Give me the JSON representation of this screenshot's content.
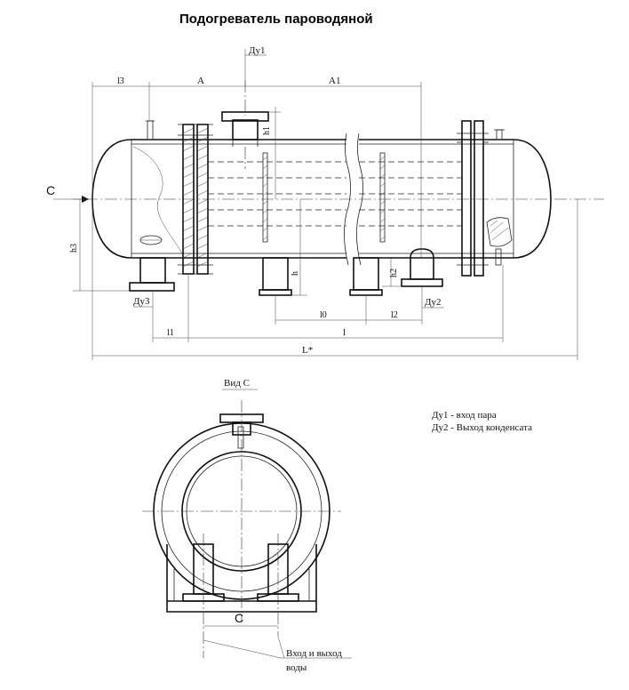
{
  "title": "Подогреватель пароводяной",
  "labels": {
    "du1_top": "Ду1",
    "du3": "Ду3",
    "du2": "Ду2",
    "c_arrow": "С",
    "dim_l3": "l3",
    "dim_A": "A",
    "dim_A1": "A1",
    "dim_h1": "h1",
    "dim_h3": "h3",
    "dim_h": "h",
    "dim_h2": "h2",
    "dim_l0": "l0",
    "dim_l2": "l2",
    "dim_l1": "l1",
    "dim_l": "l",
    "dim_L": "L*",
    "view_c": "Вид С",
    "dim_c_bottom": "С",
    "water_line1": "Вход и выход",
    "water_line2": "воды"
  },
  "legend": [
    "Ду1 - вход пара",
    "Ду2 - Выход конденсата"
  ]
}
